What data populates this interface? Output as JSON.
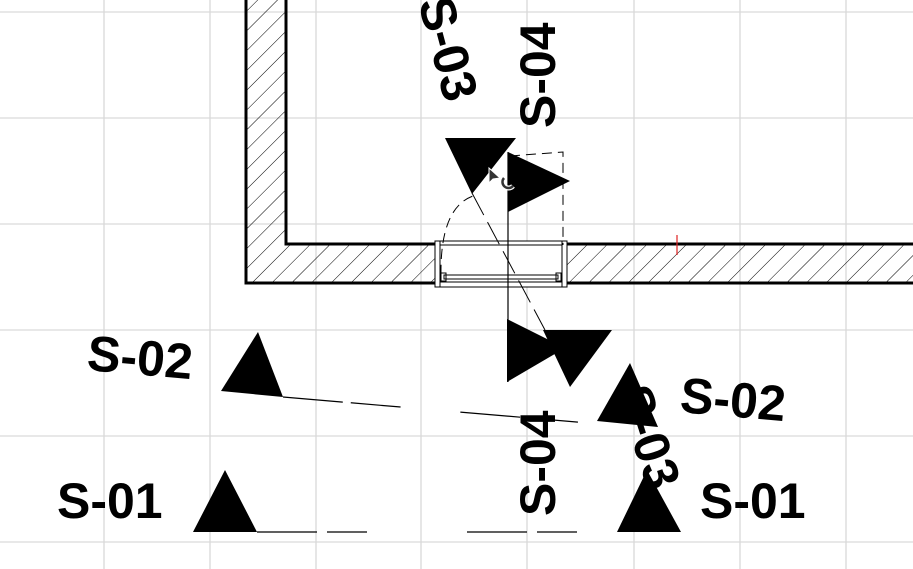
{
  "colors": {
    "background": "#ffffff",
    "grid": "#d9d9d9",
    "ink": "#000000",
    "marker": "#e02020"
  },
  "sections": [
    {
      "id": "s01",
      "label": "S-01"
    },
    {
      "id": "s02",
      "label": "S-02"
    },
    {
      "id": "s03",
      "label": "S-03"
    },
    {
      "id": "s04",
      "label": "S-04"
    }
  ],
  "icons": {
    "cursor": "pointer-with-magnet-snap-icon"
  }
}
